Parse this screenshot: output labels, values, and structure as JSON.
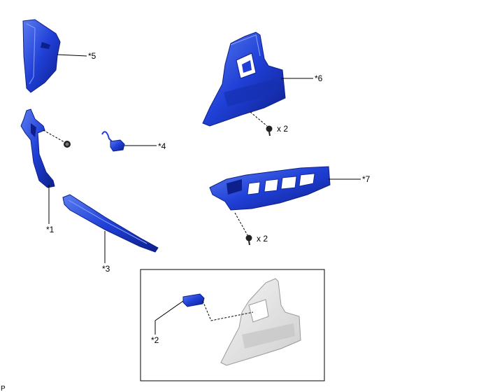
{
  "labels": {
    "p5": "*5",
    "p6": "*6",
    "p4": "*4",
    "p1": "*1",
    "p3": "*3",
    "p7": "*7",
    "p2": "*2",
    "qty6": "x 2",
    "qty7": "x 2",
    "corner": "P"
  },
  "colors": {
    "part_blue": "#1f3fd6",
    "part_dark": "#0d1f8a",
    "part_light": "#5a7cf0",
    "ghost_gray": "#e4e4e4",
    "ghost_edge": "#9a9a9a",
    "line": "#000000"
  }
}
